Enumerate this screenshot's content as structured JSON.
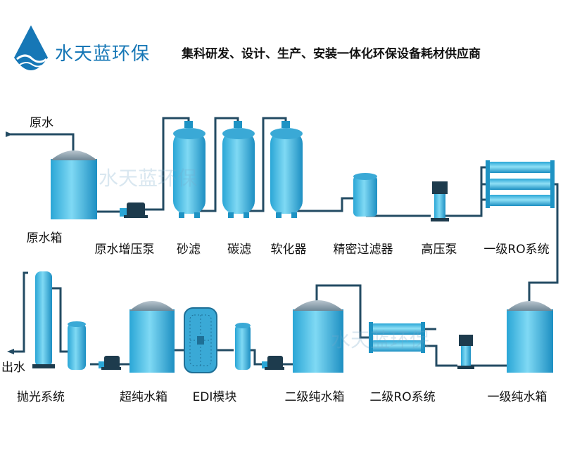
{
  "header": {
    "brand_name": "水天蓝环保",
    "slogan": "集科研发、设计、生产、安装一体化环保设备耗材供应商"
  },
  "watermark": "水天蓝环保",
  "flow_labels": {
    "inlet": "原水",
    "outlet": "出水"
  },
  "stages": [
    {
      "id": "raw-water-tank",
      "label": "原水箱"
    },
    {
      "id": "raw-water-booster-pump",
      "label": "原水增压泵"
    },
    {
      "id": "sand-filter",
      "label": "砂滤"
    },
    {
      "id": "carbon-filter",
      "label": "碳滤"
    },
    {
      "id": "softener",
      "label": "软化器"
    },
    {
      "id": "precision-filter",
      "label": "精密过滤器"
    },
    {
      "id": "high-pressure-pump",
      "label": "高压泵"
    },
    {
      "id": "primary-ro",
      "label": "一级RO系统"
    },
    {
      "id": "primary-pure-water-tank",
      "label": "一级纯水箱"
    },
    {
      "id": "secondary-ro",
      "label": "二级RO系统"
    },
    {
      "id": "secondary-pure-water-tank",
      "label": "二级纯水箱"
    },
    {
      "id": "edi-module",
      "label": "EDI模块"
    },
    {
      "id": "ultrapure-water-tank",
      "label": "超纯水箱"
    },
    {
      "id": "polishing-system",
      "label": "抛光系统"
    }
  ],
  "colors": {
    "brand": "#1677b6",
    "vessel": "#4fc3e8",
    "vessel_dark": "#1e93c4",
    "pipe": "#234b63",
    "pump": "#1d3b4d"
  }
}
